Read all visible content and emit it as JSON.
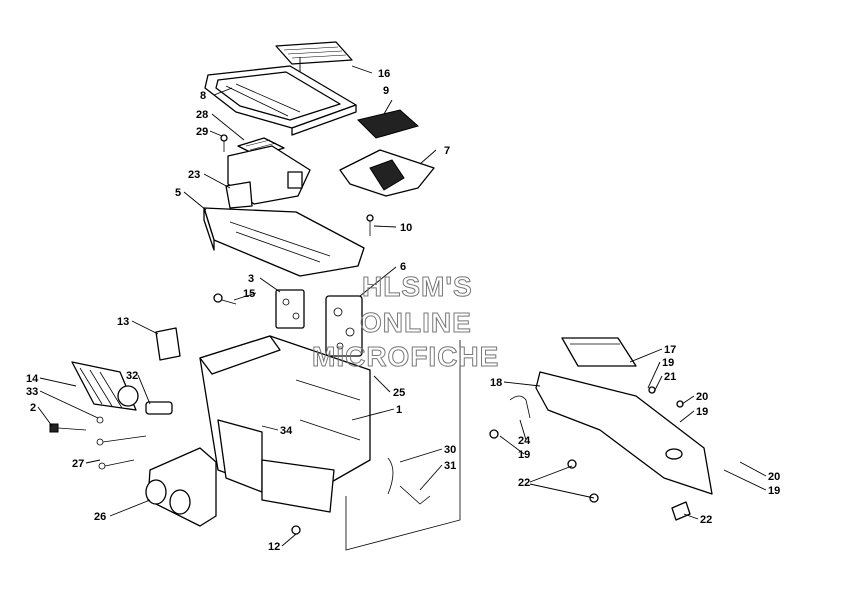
{
  "callouts": [
    {
      "id": "c16",
      "label": "16"
    },
    {
      "id": "c8",
      "label": "8"
    },
    {
      "id": "c9",
      "label": "9"
    },
    {
      "id": "c28",
      "label": "28"
    },
    {
      "id": "c29",
      "label": "29"
    },
    {
      "id": "c7",
      "label": "7"
    },
    {
      "id": "c23",
      "label": "23"
    },
    {
      "id": "c5",
      "label": "5"
    },
    {
      "id": "c10",
      "label": "10"
    },
    {
      "id": "c3",
      "label": "3"
    },
    {
      "id": "c6",
      "label": "6"
    },
    {
      "id": "c15",
      "label": "15"
    },
    {
      "id": "c13",
      "label": "13"
    },
    {
      "id": "c14",
      "label": "14"
    },
    {
      "id": "c33",
      "label": "33"
    },
    {
      "id": "c32",
      "label": "32"
    },
    {
      "id": "c2",
      "label": "2"
    },
    {
      "id": "c25",
      "label": "25"
    },
    {
      "id": "c1",
      "label": "1"
    },
    {
      "id": "c34",
      "label": "34"
    },
    {
      "id": "c27",
      "label": "27"
    },
    {
      "id": "c30",
      "label": "30"
    },
    {
      "id": "c31",
      "label": "31"
    },
    {
      "id": "c26",
      "label": "26"
    },
    {
      "id": "c12",
      "label": "12"
    },
    {
      "id": "c17",
      "label": "17"
    },
    {
      "id": "c19a",
      "label": "19"
    },
    {
      "id": "c21",
      "label": "21"
    },
    {
      "id": "c18",
      "label": "18"
    },
    {
      "id": "c20a",
      "label": "20"
    },
    {
      "id": "c19b",
      "label": "19"
    },
    {
      "id": "c24",
      "label": "24"
    },
    {
      "id": "c19c",
      "label": "19"
    },
    {
      "id": "c22a",
      "label": "22"
    },
    {
      "id": "c20b",
      "label": "20"
    },
    {
      "id": "c19d",
      "label": "19"
    },
    {
      "id": "c22b",
      "label": "22"
    }
  ],
  "watermark": {
    "line1": "HLSM'S",
    "line2": "ONLINE",
    "line3": "MICROFICHE"
  }
}
